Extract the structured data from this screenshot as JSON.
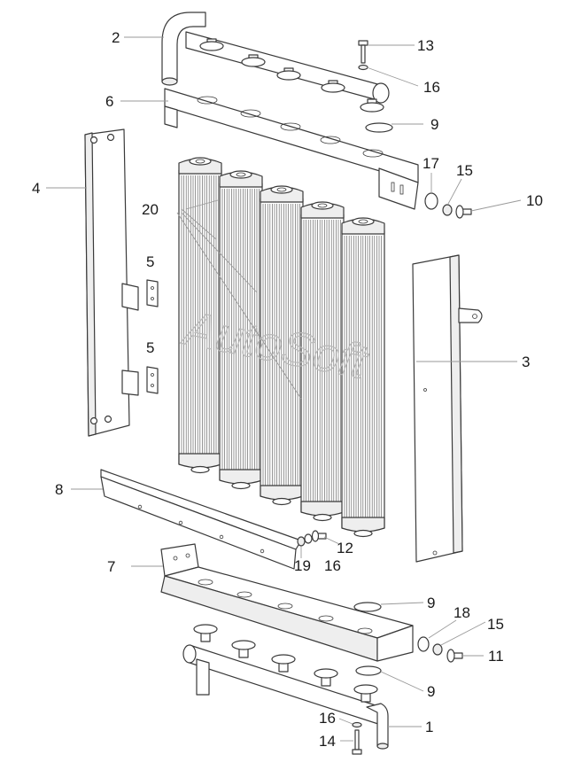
{
  "watermark": "AutoSoft",
  "callouts": [
    {
      "id": "c2",
      "text": "2"
    },
    {
      "id": "c13",
      "text": "13"
    },
    {
      "id": "c16a",
      "text": "16"
    },
    {
      "id": "c6",
      "text": "6"
    },
    {
      "id": "c9a",
      "text": "9"
    },
    {
      "id": "c4",
      "text": "4"
    },
    {
      "id": "c17",
      "text": "17"
    },
    {
      "id": "c15a",
      "text": "15"
    },
    {
      "id": "c10",
      "text": "10"
    },
    {
      "id": "c20",
      "text": "20"
    },
    {
      "id": "c5a",
      "text": "5"
    },
    {
      "id": "c5b",
      "text": "5"
    },
    {
      "id": "c3",
      "text": "3"
    },
    {
      "id": "c8",
      "text": "8"
    },
    {
      "id": "c12",
      "text": "12"
    },
    {
      "id": "c19",
      "text": "19"
    },
    {
      "id": "c16b",
      "text": "16"
    },
    {
      "id": "c7",
      "text": "7"
    },
    {
      "id": "c9b",
      "text": "9"
    },
    {
      "id": "c18",
      "text": "18"
    },
    {
      "id": "c15b",
      "text": "15"
    },
    {
      "id": "c11",
      "text": "11"
    },
    {
      "id": "c9c",
      "text": "9"
    },
    {
      "id": "c16c",
      "text": "16"
    },
    {
      "id": "c1",
      "text": "1"
    },
    {
      "id": "c14",
      "text": "14"
    }
  ]
}
